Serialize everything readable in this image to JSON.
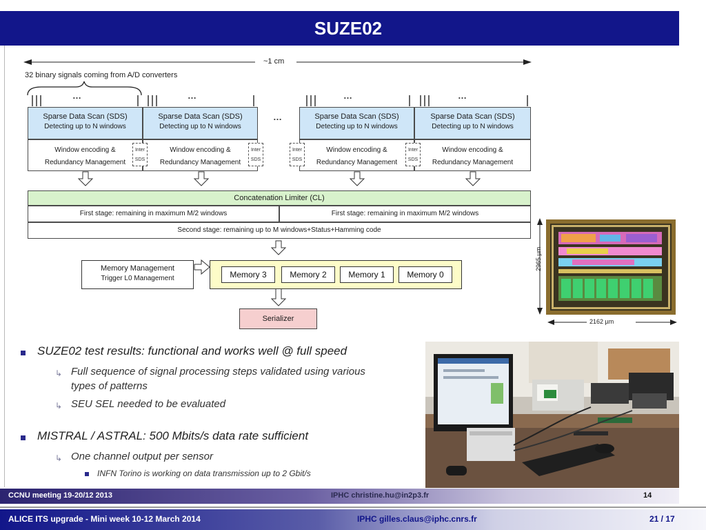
{
  "slide": {
    "title": "SUZE02"
  },
  "diagram": {
    "width_label": "~1 cm",
    "signals_label": "32 binary signals coming from A/D converters",
    "dots": "…",
    "sds_title": "Sparse Data Scan (SDS)",
    "sds_sub": "Detecting up to N windows",
    "enc_line1": "Window encoding &",
    "enc_line2": "Redundancy Management",
    "inter_line1": "Inter",
    "inter_line2": "SDS",
    "cl_title": "Concatenation Limiter (CL)",
    "first_stage": "First stage: remaining in maximum M/2 windows",
    "second_stage": "Second stage: remaining up to M windows+Status+Hamming code",
    "mm_line1": "Memory Management",
    "mm_line2": "Trigger L0 Management",
    "memories": [
      "Memory 3",
      "Memory 2",
      "Memory 1",
      "Memory 0"
    ],
    "serializer": "Serializer",
    "chip_height": "2965 µm",
    "chip_width": "2162 µm"
  },
  "bullets": {
    "b1": "SUZE02 test results: functional and works well @ full speed",
    "b1_sub1_line1": "Full sequence of signal processing steps validated using various",
    "b1_sub1_line2": "types of patterns",
    "b1_sub2": "SEU SEL needed to be evaluated",
    "b2": "MISTRAL / ASTRAL: 500 Mbits/s data rate sufficient",
    "b2_sub1": "One channel output per sensor",
    "b2_sub1_sub1": "INFN Torino is working on data transmission up to 2 Gbit/s",
    "sub_marker": "↳"
  },
  "footer_inner": {
    "left": "CCNU meeting 19-20/12 2013",
    "center": "IPHC   christine.hu@in2p3.fr",
    "page": "14"
  },
  "footer_outer": {
    "left": "ALICE ITS upgrade - Mini week 10-12 March 2014",
    "center": "IPHC  gilles.claus@iphc.cnrs.fr",
    "page": "21 / 17"
  }
}
